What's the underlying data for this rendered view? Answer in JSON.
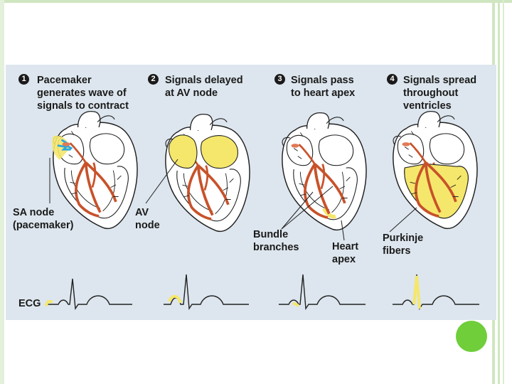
{
  "steps": [
    {
      "number": "1",
      "text": "Pacemaker\ngenerates wave of\nsignals to contract"
    },
    {
      "number": "2",
      "text": "Signals delayed\nat AV node"
    },
    {
      "number": "3",
      "text": "Signals pass\nto heart apex"
    },
    {
      "number": "4",
      "text": "Signals spread\nthroughout\nventricles"
    }
  ],
  "labels": {
    "sa_node": "SA node\n(pacemaker)",
    "av_node": "AV\nnode",
    "bundle_branches": "Bundle\nbranches",
    "heart_apex": "Heart\napex",
    "purkinje_fibers": "Purkinje\nfibers",
    "ecg": "ECG"
  },
  "colors": {
    "panel": "#dde6ee",
    "highlight": "#f5e76b",
    "conduction": "#c8522a",
    "signal": "#2aa7e0",
    "accent_dot": "#6fce3a"
  }
}
